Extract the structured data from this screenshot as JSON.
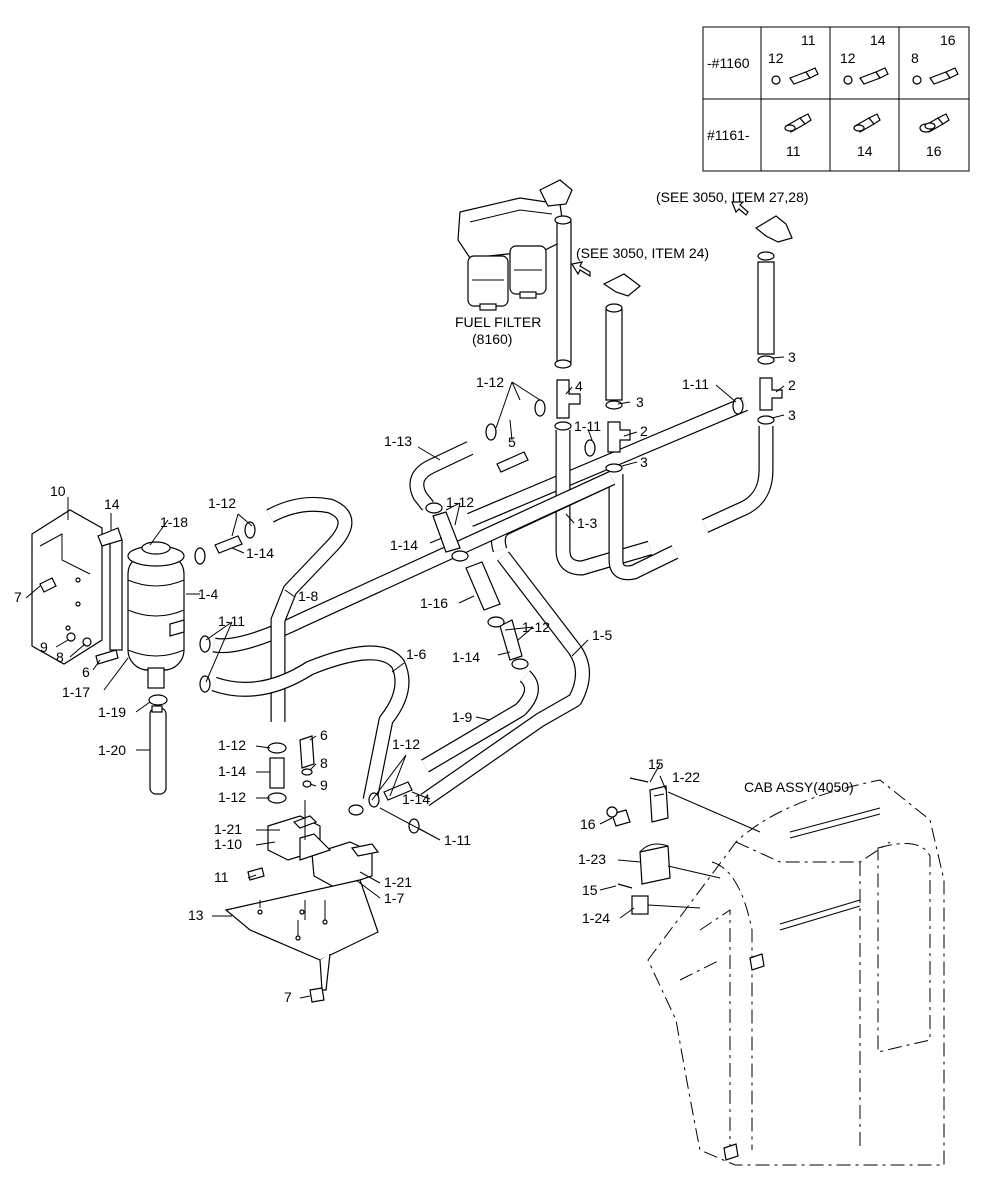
{
  "diagram": {
    "table": {
      "row1_label": "-#1160",
      "row2_label": "#1161-",
      "cells": [
        [
          "11",
          "12"
        ],
        [
          "14",
          "12"
        ],
        [
          "16",
          "8"
        ],
        [
          "11"
        ],
        [
          "14"
        ],
        [
          "16"
        ]
      ]
    },
    "notes": {
      "fuel_filter": [
        "FUEL FILTER",
        "(8160)"
      ],
      "see_3050_24": "(SEE 3050, ITEM 24)",
      "see_3050_27": "(SEE 3050, ITEM 27,28)",
      "cab_assy": "CAB ASSY(4050)"
    },
    "labels": [
      "10",
      "14",
      "7",
      "1-18",
      "1-4",
      "9",
      "8",
      "6",
      "1-17",
      "1-19",
      "1-20",
      "1-12",
      "1-14",
      "1-11",
      "1-8",
      "1-6",
      "1-12",
      "1-14",
      "1-12",
      "6",
      "8",
      "9",
      "1-21",
      "1-10",
      "11",
      "13",
      "7",
      "1-12",
      "1-14",
      "1-11",
      "1-21",
      "1-7",
      "1-9",
      "1-5",
      "1-16",
      "1-12",
      "1-14",
      "1-13",
      "1-12",
      "1-14",
      "1-3",
      "1-12",
      "4",
      "5",
      "3",
      "1-11",
      "2",
      "3",
      "1-11",
      "3",
      "2",
      "3",
      "15",
      "1-22",
      "16",
      "1-23",
      "15",
      "1-24"
    ]
  }
}
